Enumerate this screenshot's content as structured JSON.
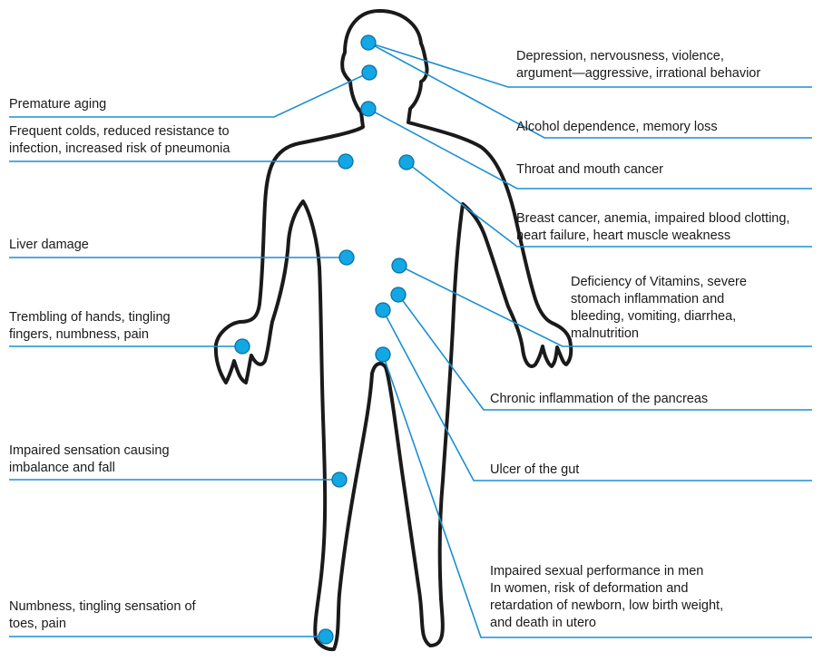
{
  "colors": {
    "dot": "#13a7e4",
    "dot_stroke": "#0a6fa8",
    "line": "#1b8fd1",
    "body_outline": "#1a1a1a"
  },
  "labels": {
    "depression": "Depression, nervousness, violence,\nargument—aggressive, irrational behavior",
    "premature_aging": "Premature aging",
    "alcohol": "Alcohol dependence, memory loss",
    "colds": "Frequent colds, reduced resistance to\ninfection, increased risk of pneumonia",
    "throat": "Throat and mouth cancer",
    "breast": "Breast cancer, anemia, impaired blood clotting,\nheart failure, heart muscle weakness",
    "liver": "Liver damage",
    "vitamins": "Deficiency of Vitamins, severe\nstomach inflammation and\nbleeding, vomiting, diarrhea,\nmalnutrition",
    "trembling": "Trembling of hands, tingling\nfingers, numbness, pain",
    "pancreas": "Chronic inflammation of the pancreas",
    "imbalance": "Impaired sensation causing\nimbalance and fall",
    "ulcer": "Ulcer of the gut",
    "sexual": "Impaired sexual performance in men\nIn women, risk of deformation and\nretardation of newborn, low birth weight,\nand death in utero",
    "toes": "Numbness, tingling sensation of\ntoes, pain"
  }
}
